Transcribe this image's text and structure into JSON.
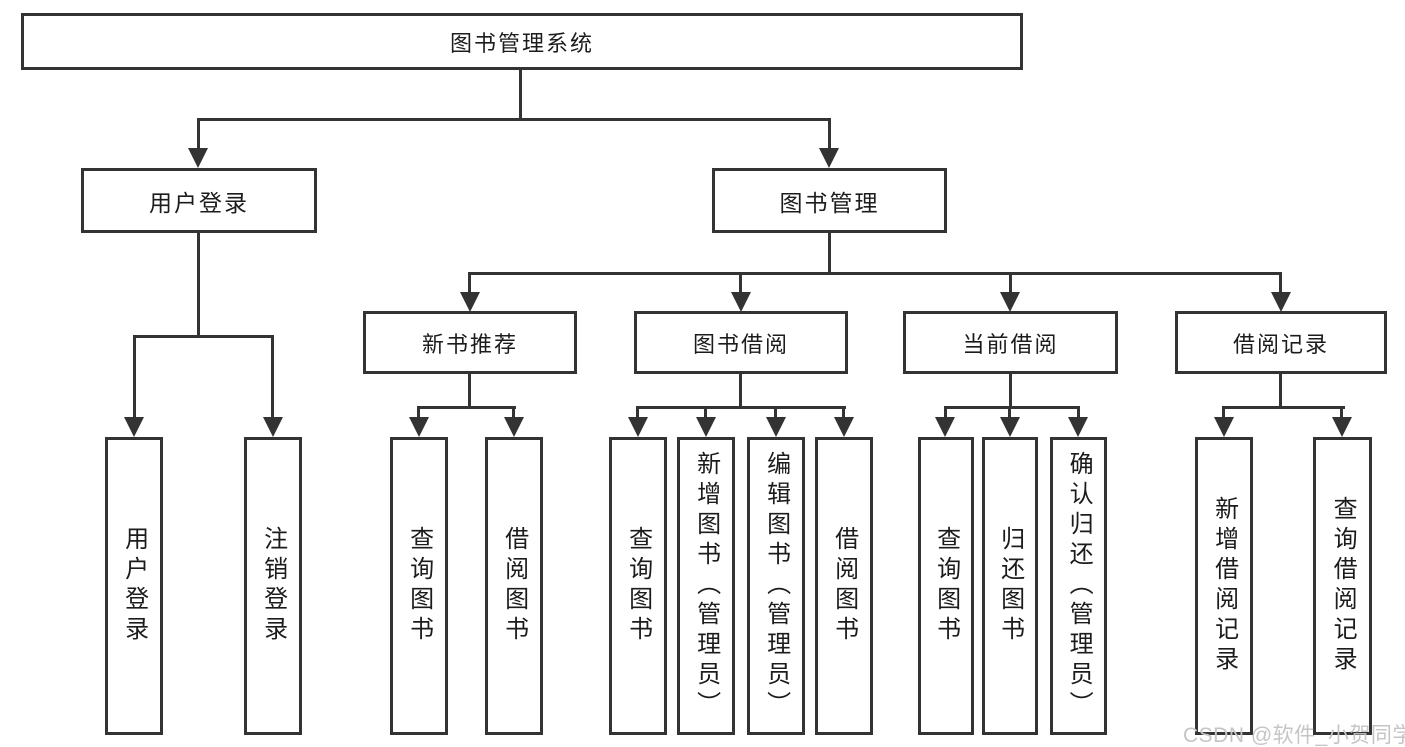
{
  "tree": {
    "root": {
      "label": "图书管理系统"
    },
    "user_login_branch": {
      "label": "用户登录",
      "children": [
        {
          "label": "用户登录"
        },
        {
          "label": "注销登录"
        }
      ]
    },
    "book_mgmt_branch": {
      "label": "图书管理",
      "groups": [
        {
          "label": "新书推荐",
          "children": [
            {
              "label": "查询图书"
            },
            {
              "label": "借阅图书"
            }
          ]
        },
        {
          "label": "图书借阅",
          "children": [
            {
              "label": "查询图书"
            },
            {
              "label": "新增图书（管理员）"
            },
            {
              "label": "编辑图书（管理员）"
            },
            {
              "label": "借阅图书"
            }
          ]
        },
        {
          "label": "当前借阅",
          "children": [
            {
              "label": "查询图书"
            },
            {
              "label": "归还图书"
            },
            {
              "label": "确认归还（管理员）"
            }
          ]
        },
        {
          "label": "借阅记录",
          "children": [
            {
              "label": "新增借阅记录"
            },
            {
              "label": "查询借阅记录"
            }
          ]
        }
      ]
    }
  },
  "watermark": {
    "text": "CSDN @软件_小贺同学",
    "color": "#c5c5c5"
  },
  "colors": {
    "line": "#333333",
    "text": "#1c1c1c",
    "box_background": "#ffffff",
    "page_background": "#ffffff"
  }
}
